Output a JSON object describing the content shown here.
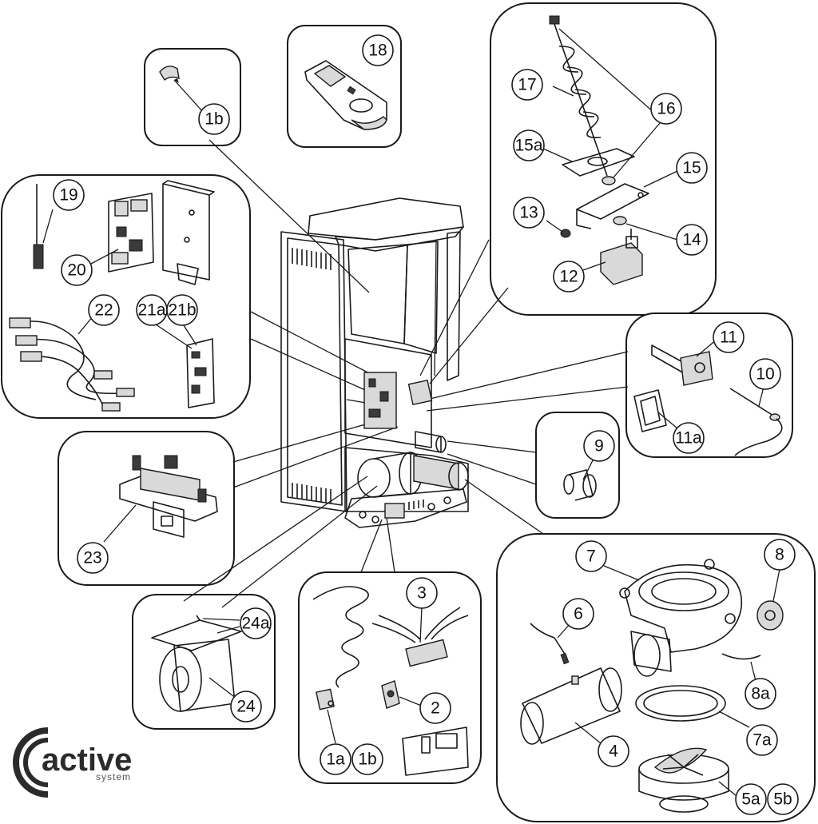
{
  "logo": {
    "word": "active",
    "sub": "system"
  },
  "callouts": {
    "c1b_top": "1b",
    "c18": "18",
    "c17": "17",
    "c16": "16",
    "c15a": "15a",
    "c15": "15",
    "c13": "13",
    "c14": "14",
    "c12": "12",
    "c19": "19",
    "c20": "20",
    "c22": "22",
    "c21a": "21a",
    "c21b": "21b",
    "c11": "11",
    "c10": "10",
    "c11a": "11a",
    "c9": "9",
    "c23": "23",
    "c3": "3",
    "c2": "2",
    "c1a": "1a",
    "c1b_bottom": "1b",
    "c24a": "24a",
    "c24": "24",
    "c7": "7",
    "c8": "8",
    "c6": "6",
    "c8a": "8a",
    "c7a": "7a",
    "c4": "4",
    "c5a": "5a",
    "c5b": "5b"
  },
  "colors": {
    "line": "#1a1a1a",
    "fill_light": "#d9d9d9",
    "fill_dark": "#3a3a3a"
  }
}
